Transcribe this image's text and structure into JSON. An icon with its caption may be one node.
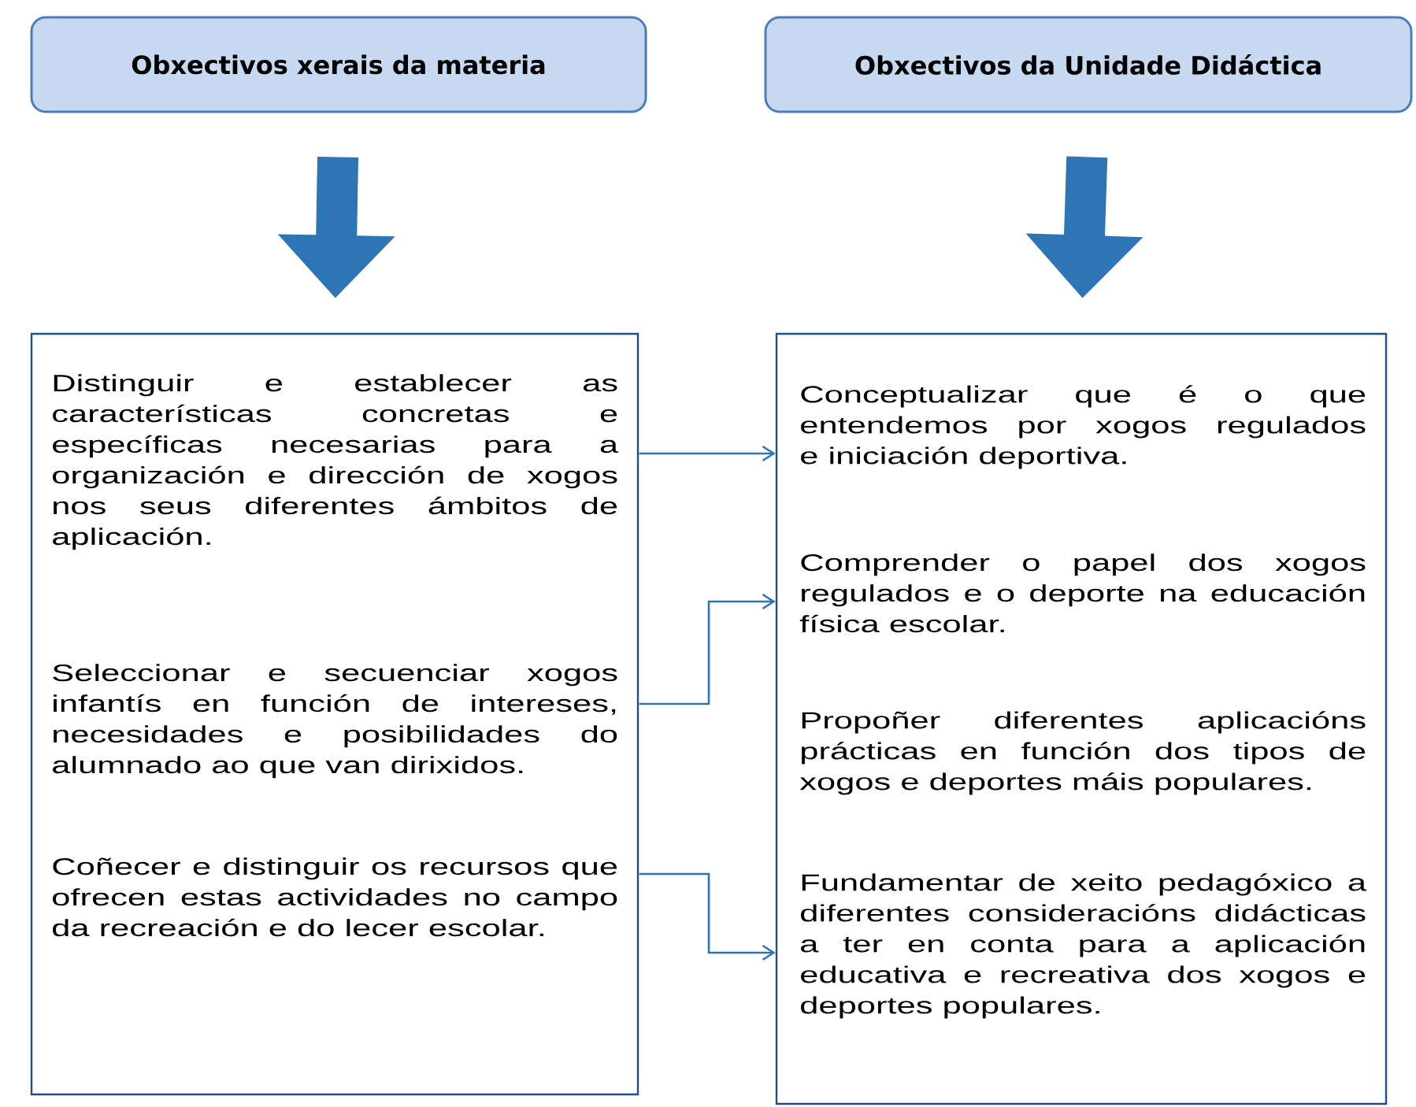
{
  "diagram": {
    "nodes": [
      {
        "text": [
          "Obxectivos xerais da materia"
        ]
      },
      {
        "text": [
          "Obxectivos da Unidade Didáctica"
        ]
      },
      {
        "text": [],
        "shape": "box"
      },
      {
        "text": [
          "Distinguir e establecer as características concretas e específicas necesarias para a organización e dirección de xogos nos seus diferentes ámbitos de aplicación."
        ],
        "in": 2
      },
      {
        "text": [
          "Seleccionar e secuenciar xogos infantís en función de intereses, necesidades e posibilidades do alumnado ao que van dirixidos."
        ],
        "in": 2
      },
      {
        "text": [
          "Coñecer e distinguir os recursos que ofrecen estas actividades no campo da recreación e do lecer escolar."
        ],
        "in": 2
      },
      {
        "text": [],
        "shape": "box"
      },
      {
        "text": [
          "Conceptualizar que é o que entendemos por xogos regulados e iniciación deportiva."
        ],
        "in": 6
      },
      {
        "text": [
          "Comprender o papel dos xogos regulados e o deporte na educación física escolar."
        ],
        "in": 6
      },
      {
        "text": [
          "Propoñer diferentes aplicacións prácticas en función dos tipos de xogos e deportes máis populares."
        ],
        "in": 6
      },
      {
        "text": [
          "Fundamentar de xeito pedagóxico a diferentes consideracións didácticas a ter en conta para a aplicación educativa e recreativa dos xogos e deportes populares."
        ],
        "in": 6
      }
    ],
    "edges": [
      {
        "from": 0,
        "to": 2,
        "arrow": "to",
        "style": "thick"
      },
      {
        "from": 1,
        "to": 6,
        "arrow": "to",
        "style": "thick"
      },
      {
        "from": 3,
        "to": 7,
        "arrow": "to"
      },
      {
        "from": 4,
        "to": 8,
        "arrow": "to"
      },
      {
        "from": 5,
        "to": 10,
        "arrow": "to"
      }
    ]
  }
}
